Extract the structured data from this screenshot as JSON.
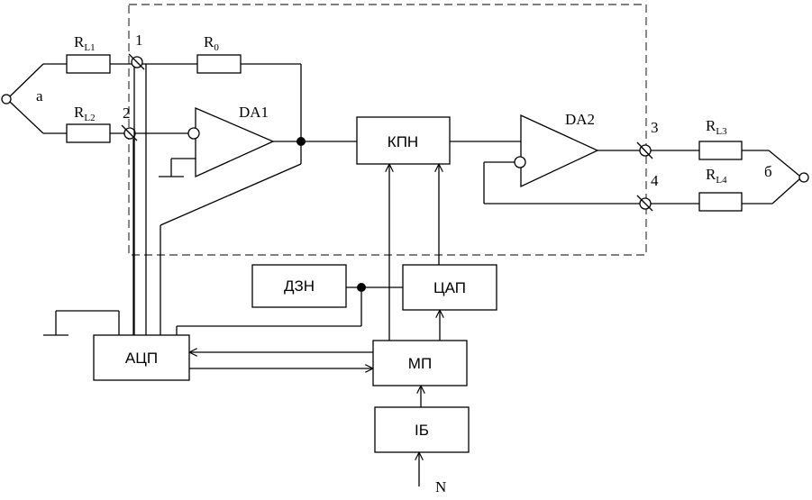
{
  "resistors": {
    "rl1": {
      "main": "R",
      "sub": "L1"
    },
    "rl2": {
      "main": "R",
      "sub": "L2"
    },
    "r0": {
      "main": "R",
      "sub": "0"
    },
    "rl3": {
      "main": "R",
      "sub": "L3"
    },
    "rl4": {
      "main": "R",
      "sub": "L4"
    }
  },
  "terminals": {
    "t1": "1",
    "t2": "2",
    "t3": "3",
    "t4": "4",
    "a": "a",
    "b": "б"
  },
  "amplifiers": {
    "da1": "DA1",
    "da2": "DA2"
  },
  "blocks": {
    "kpn": "КПН",
    "dzn": "ДЗН",
    "cap": "ЦАП",
    "acp": "АЦП",
    "mp": "МП",
    "ib": "ІБ"
  },
  "input_label": "N"
}
